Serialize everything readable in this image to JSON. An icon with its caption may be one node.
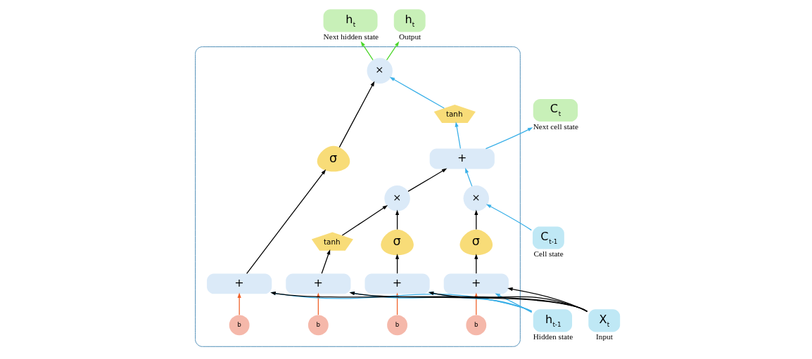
{
  "diagram": {
    "nodes": [
      {
        "text": [],
        "shape": "box"
      },
      {
        "text": [
          "C$_{t-1}$"
        ],
        "beside": [
          "Cell state"
        ]
      },
      {
        "text": [
          "h$_{t-1}$"
        ],
        "beside": [
          "Hidden state"
        ]
      },
      {
        "text": [
          "X$_{t}$"
        ],
        "beside": [
          "Input"
        ]
      },
      {
        "text": [
          "C$_{t}$"
        ],
        "beside": [
          "Next cell state"
        ]
      },
      {
        "text": [
          "h$_{t}$"
        ],
        "beside": [
          "Next hidden state"
        ]
      },
      {
        "text": [
          "h$_{t}$"
        ],
        "beside": [
          "Output"
        ]
      },
      {
        "text": [
          "×"
        ],
        "in": 0
      },
      {
        "text": [
          "+"
        ],
        "in": 0
      },
      {
        "text": [
          "×"
        ],
        "in": 0
      },
      {
        "text": [
          "tanh"
        ],
        "in": 0
      },
      {
        "text": [
          "×"
        ],
        "in": 0
      },
      {
        "text": [
          "σ"
        ],
        "in": 0
      },
      {
        "text": [
          "σ"
        ],
        "in": 0
      },
      {
        "text": [
          "tanh"
        ],
        "in": 0
      },
      {
        "text": [
          "σ"
        ],
        "in": 0
      },
      {
        "text": [
          "+"
        ],
        "in": 0
      },
      {
        "text": [
          "+"
        ],
        "in": 0
      },
      {
        "text": [
          "+"
        ],
        "in": 0
      },
      {
        "text": [
          "+"
        ],
        "in": 0
      },
      {
        "text": [
          "b"
        ],
        "in": 0
      },
      {
        "text": [
          "b"
        ],
        "in": 0
      },
      {
        "text": [
          "b"
        ],
        "in": 0
      },
      {
        "text": [
          "b"
        ],
        "in": 0
      }
    ],
    "edges": [
      {
        "from": 1,
        "to": 7,
        "arrow": "to",
        "color": "#3bb0e8"
      },
      {
        "from": 7,
        "to": 8,
        "arrow": "to",
        "color": "#3bb0e8"
      },
      {
        "from": 8,
        "to": 4,
        "arrow": "to",
        "color": "#3bb0e8"
      },
      {
        "from": 8,
        "to": 10,
        "arrow": "to",
        "color": "#3bb0e8"
      },
      {
        "from": 10,
        "to": 11,
        "arrow": "to",
        "color": "#3bb0e8"
      },
      {
        "from": 11,
        "to": 5,
        "arrow": "to",
        "color": "#4cd62a"
      },
      {
        "from": 11,
        "to": 6,
        "arrow": "to",
        "color": "#4cd62a"
      },
      {
        "from": 12,
        "to": 7,
        "arrow": "to"
      },
      {
        "from": 13,
        "to": 9,
        "arrow": "to"
      },
      {
        "from": 14,
        "to": 9,
        "arrow": "to"
      },
      {
        "from": 9,
        "to": 8,
        "arrow": "to"
      },
      {
        "from": 15,
        "to": 11,
        "arrow": "to"
      },
      {
        "from": 16,
        "to": 12,
        "arrow": "to"
      },
      {
        "from": 17,
        "to": 13,
        "arrow": "to"
      },
      {
        "from": 18,
        "to": 14,
        "arrow": "to"
      },
      {
        "from": 19,
        "to": 15,
        "arrow": "to"
      },
      {
        "from": 20,
        "to": 16,
        "arrow": "to",
        "color": "#f0622a"
      },
      {
        "from": 21,
        "to": 17,
        "arrow": "to",
        "color": "#f0622a"
      },
      {
        "from": 22,
        "to": 18,
        "arrow": "to",
        "color": "#f0622a"
      },
      {
        "from": 23,
        "to": 19,
        "arrow": "to",
        "color": "#f0622a"
      },
      {
        "from": 2,
        "to": 16,
        "arrow": "to",
        "color": "#3bb0e8"
      },
      {
        "from": 2,
        "to": 17,
        "arrow": "to",
        "color": "#3bb0e8"
      },
      {
        "from": 2,
        "to": 18,
        "arrow": "to",
        "color": "#3bb0e8"
      },
      {
        "from": 2,
        "to": 19,
        "arrow": "to",
        "color": "#3bb0e8"
      },
      {
        "from": 3,
        "to": 16,
        "arrow": "to"
      },
      {
        "from": 3,
        "to": 17,
        "arrow": "to"
      },
      {
        "from": 3,
        "to": 18,
        "arrow": "to"
      },
      {
        "from": 3,
        "to": 19,
        "arrow": "to"
      }
    ]
  }
}
